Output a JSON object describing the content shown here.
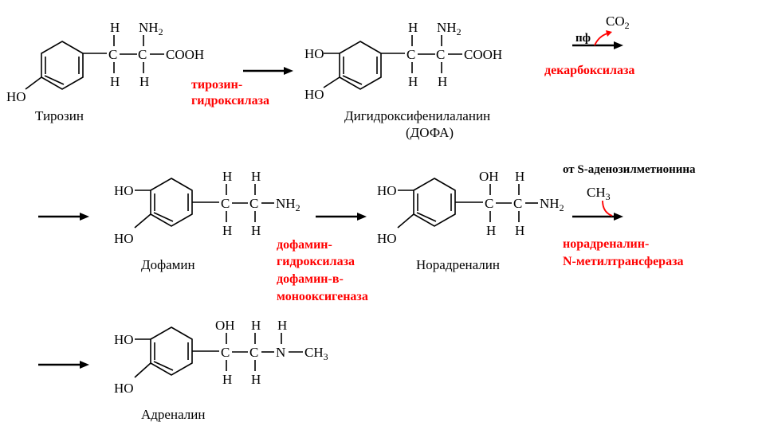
{
  "compounds": {
    "tyrosine": {
      "name": "Тирозин",
      "ring_sub1": "HO",
      "h_top1": "H",
      "nh2": "NH",
      "nh2_sub": "2",
      "c1": "C",
      "c2": "C",
      "cooh": "COOH",
      "h_bot1": "H",
      "h_bot2": "H"
    },
    "dopa": {
      "name": "Дигидроксифенилаланин",
      "name2": "(ДОФА)",
      "ring_sub1": "HO",
      "ring_sub2": "HO",
      "h_top1": "H",
      "nh2": "NH",
      "nh2_sub": "2",
      "c1": "C",
      "c2": "C",
      "cooh": "COOH",
      "h_bot1": "H",
      "h_bot2": "H"
    },
    "dopamine": {
      "name": "Дофамин",
      "ring_sub1": "HO",
      "ring_sub2": "HO",
      "h_top1": "H",
      "h_top2": "H",
      "c1": "C",
      "c2": "C",
      "nh2": "NH",
      "nh2_sub": "2",
      "h_bot1": "H",
      "h_bot2": "H"
    },
    "noradrenaline": {
      "name": "Норадреналин",
      "ring_sub1": "HO",
      "ring_sub2": "HO",
      "oh": "OH",
      "h_top2": "H",
      "c1": "C",
      "c2": "C",
      "nh2": "NH",
      "nh2_sub": "2",
      "h_bot1": "H",
      "h_bot2": "H"
    },
    "adrenaline": {
      "name": "Адреналин",
      "ring_sub1": "HO",
      "ring_sub2": "HO",
      "oh": "OH",
      "h_top2": "H",
      "h_top3": "H",
      "c1": "C",
      "c2": "C",
      "n": "N",
      "ch3": "CH",
      "ch3_sub": "3",
      "h_bot1": "H",
      "h_bot2": "H"
    }
  },
  "enzymes": {
    "tyrosine_hydroxylase_1": "тирозин-",
    "tyrosine_hydroxylase_2": "гидроксилаза",
    "decarboxylase": "декарбоксилаза",
    "dopamine_hydroxylase_1": "дофамин-",
    "dopamine_hydroxylase_2": "гидроксилаза",
    "dopamine_hydroxylase_3": "дофамин-в-",
    "dopamine_hydroxylase_4": "монооксигеназа",
    "methyltransferase_1": "норадреналин-",
    "methyltransferase_2": "N-метилтрансфераза"
  },
  "cofactors": {
    "co2": "CO",
    "co2_sub": "2",
    "pf": "пф",
    "sam_note": "от S-аденозилметионина",
    "ch3": "CH",
    "ch3_sub": "3"
  },
  "colors": {
    "enzyme": "#ff0000",
    "structure": "#000000",
    "background": "#ffffff"
  }
}
